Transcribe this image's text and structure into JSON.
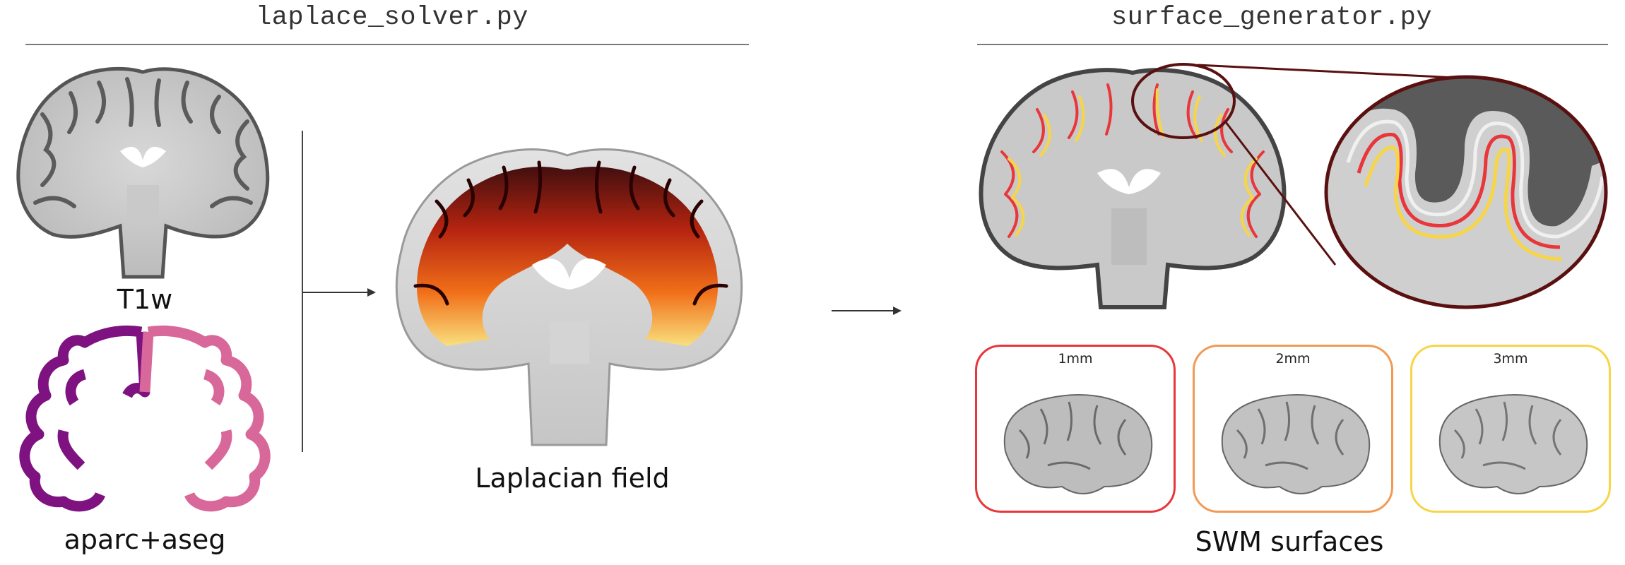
{
  "headers": {
    "left_script": "laplace_solver.py",
    "right_script": "surface_generator.py"
  },
  "labels": {
    "t1w": "T1w",
    "aparc": "aparc+aseg",
    "laplacian": "Laplacian field",
    "swm": "SWM surfaces"
  },
  "surfaces": [
    {
      "label": "1mm",
      "color": "#e8363a"
    },
    {
      "label": "2mm",
      "color": "#f29a55"
    },
    {
      "label": "3mm",
      "color": "#f7d548"
    }
  ],
  "colors": {
    "left_hemisphere": "#7d1280",
    "right_hemisphere": "#d9689a",
    "zoom_outline": "#5a1010"
  }
}
